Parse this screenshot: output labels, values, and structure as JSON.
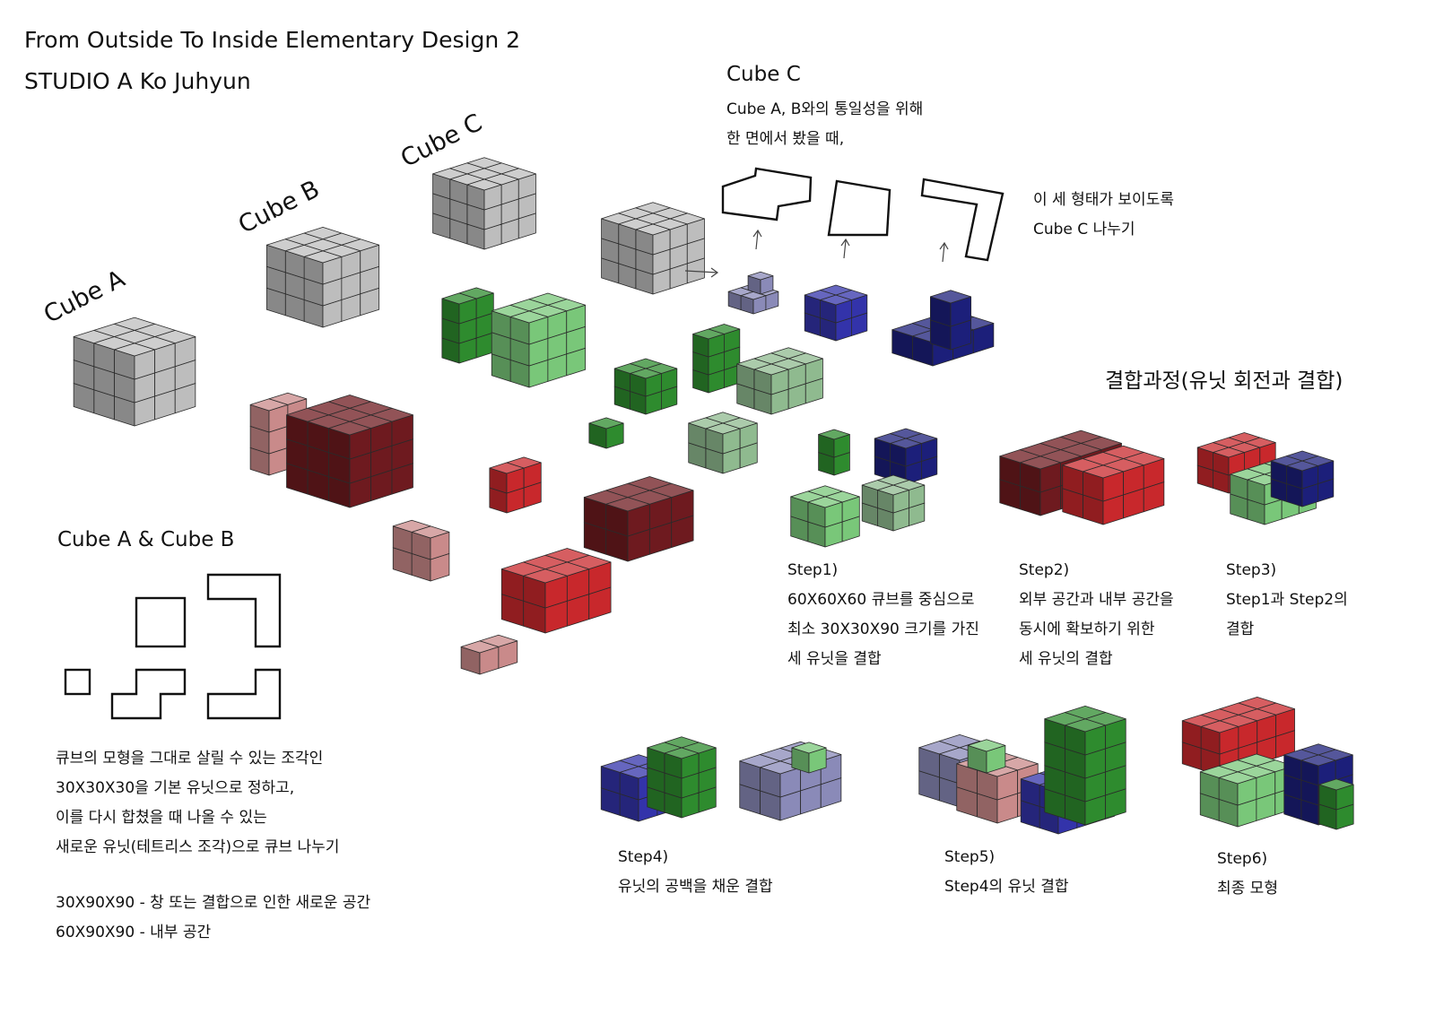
{
  "header": {
    "title_line1": "From Outside To Inside Elementary Design 2",
    "title_line2": "STUDIO A Ko Juhyun"
  },
  "cube_labels": {
    "a": "Cube A",
    "b": "Cube B",
    "c": "Cube C"
  },
  "cube_c_note": {
    "heading": "Cube C",
    "line1": "Cube A, B와의 통일성을 위해",
    "line2": "한 면에서 봤을 때,",
    "side1": "이 세 형태가 보이도록",
    "side2": "Cube C 나누기"
  },
  "combination_heading": "결합과정(유닛 회전과 결합)",
  "steps": [
    {
      "label": "Step1)",
      "lines": [
        "60X60X60 큐브를 중심으로",
        "최소 30X30X90 크기를 가진",
        "세 유닛을 결합"
      ]
    },
    {
      "label": "Step2)",
      "lines": [
        "외부 공간과 내부 공간을",
        "동시에 확보하기 위한",
        "세 유닛의 결합"
      ]
    },
    {
      "label": "Step3)",
      "lines": [
        "Step1과 Step2의",
        "결합"
      ]
    },
    {
      "label": "Step4)",
      "lines": [
        "유닛의 공백을 채운 결합"
      ]
    },
    {
      "label": "Step5)",
      "lines": [
        "Step4의 유닛 결합"
      ]
    },
    {
      "label": "Step6)",
      "lines": [
        "최종 모형"
      ]
    }
  ],
  "cube_ab": {
    "heading": "Cube A & Cube B",
    "desc": [
      "큐브의 모형을 그대로 살릴 수 있는 조각인",
      "30X30X30을 기본 유닛으로 정하고,",
      "이를 다시 합쳤을 때 나올 수 있는",
      "새로운 유닛(테트리스 조각)으로 큐브 나누기"
    ],
    "dims": [
      "30X90X90 - 창 또는 결합으로 인한 새로운 공간",
      "60X90X90 - 내부 공간"
    ]
  },
  "colors": {
    "grey": "#bdbdbd",
    "green": "#2e8b2e",
    "light_green": "#79c779",
    "sage": "#8fba8f",
    "red": "#c8282c",
    "dark_red": "#6e1a1f",
    "pink": "#c98a8a",
    "navy": "#1c1f7a",
    "blue": "#3333aa",
    "lavender": "#8a8ab8"
  }
}
